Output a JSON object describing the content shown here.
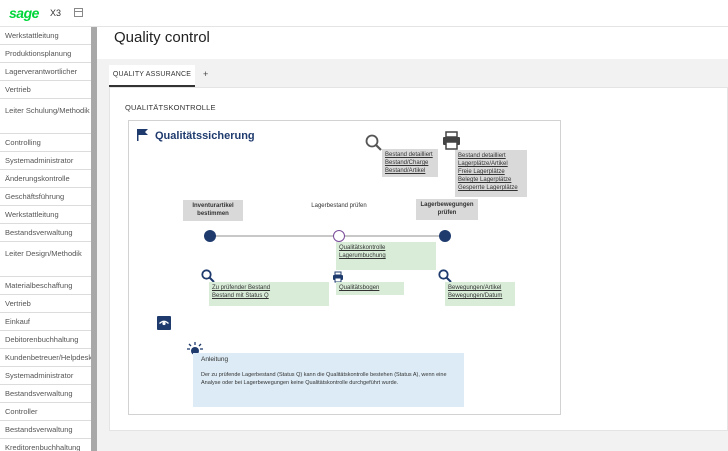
{
  "topbar": {
    "brand": "sage",
    "product": "X3"
  },
  "sidebar": {
    "items": [
      "Werkstattleitung",
      "Produktionsplanung",
      "Lagerverantwortlicher",
      "Vertrieb",
      "Leiter Schulung/Methodik",
      "Controlling",
      "Systemadministrator",
      "Änderungskontrolle",
      "Geschäftsführung",
      "Werkstattleitung",
      "Bestandsverwaltung",
      "Leiter Design/Methodik",
      "Materialbeschaffung",
      "Vertrieb",
      "Einkauf",
      "Debitorenbuchhaltung",
      "Kundenbetreuer/Helpdesk",
      "Systemadministrator",
      "Bestandsverwaltung",
      "Controller",
      "Bestandsverwaltung",
      "Kreditorenbuchhaltung"
    ]
  },
  "page": {
    "title": "Quality control"
  },
  "tabs": {
    "active": "QUALITY ASSURANCE",
    "add": "+"
  },
  "section": {
    "label": "QUALITÄTSKONTROLLE"
  },
  "diagram": {
    "title": "Qualitätssicherung",
    "search_links": [
      "Bestand detailliert",
      "Bestand/Charge",
      "Bestand/Artikel"
    ],
    "print_links": [
      "Bestand detailliert",
      "Lagerplätze/Artikel",
      "Freie Lagerplätze",
      "Belegte Lagerplätze",
      "Gesperrte Lagerplätze"
    ],
    "stages": [
      "Inventurartikel bestimmen",
      "Lagerbestand prüfen",
      "Lagerbewegungen prüfen"
    ],
    "mid_links": [
      "Qualitätskontrolle",
      "Lagerumbuchung"
    ],
    "left_links": [
      "Zu prüfender Bestand",
      "Bestand mit Status Q"
    ],
    "center_links": [
      "Qualitätsbogen"
    ],
    "right_links": [
      "Bewegungen/Artikel",
      "Bewegungen/Datum"
    ],
    "anleitung": {
      "title": "Anleitung",
      "text": "Der zu prüfende Lagerbestand (Status Q) kann die Qualitätskontrolle bestehen (Status A), wenn eine Analyse oder bei Lagerbewegungen keine Qualitätskontrolle durchgeführt wurde."
    }
  },
  "colors": {
    "brand": "#00d639",
    "node": "#1f3b6e",
    "green_box": "#d8ecd8",
    "gray_box": "#d9d9d9",
    "info_box": "#dcebf5"
  }
}
